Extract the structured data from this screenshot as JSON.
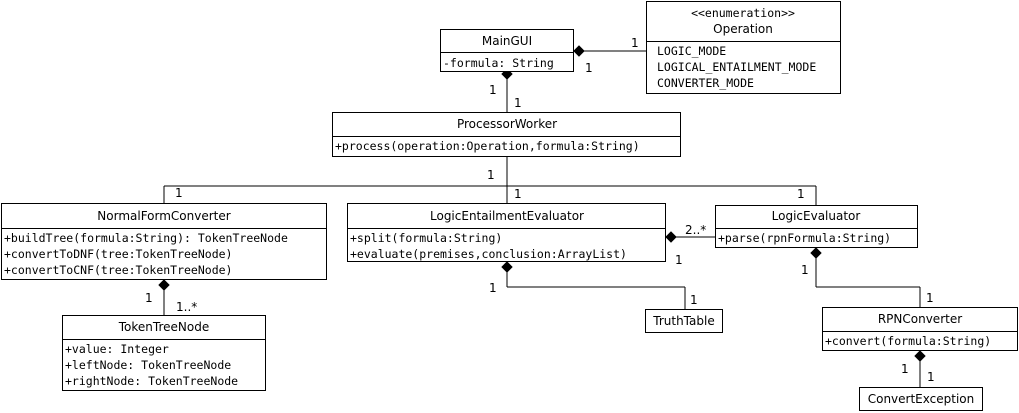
{
  "classes": {
    "main_gui": {
      "name": "MainGUI",
      "attributes": [
        "-formula: String"
      ]
    },
    "operation": {
      "stereotype": "<<enumeration>>",
      "name": "Operation",
      "literals": [
        "LOGIC_MODE",
        "LOGICAL_ENTAILMENT_MODE",
        "CONVERTER_MODE"
      ]
    },
    "processor_worker": {
      "name": "ProcessorWorker",
      "methods": [
        "+process(operation:Operation,formula:String)"
      ]
    },
    "normal_form_converter": {
      "name": "NormalFormConverter",
      "methods": [
        "+buildTree(formula:String): TokenTreeNode",
        "+convertToDNF(tree:TokenTreeNode)",
        "+convertToCNF(tree:TokenTreeNode)"
      ]
    },
    "logic_entailment_evaluator": {
      "name": "LogicEntailmentEvaluator",
      "methods": [
        "+split(formula:String)",
        "+evaluate(premises,conclusion:ArrayList)"
      ]
    },
    "logic_evaluator": {
      "name": "LogicEvaluator",
      "methods": [
        "+parse(rpnFormula:String)"
      ]
    },
    "token_tree_node": {
      "name": "TokenTreeNode",
      "attributes": [
        "+value: Integer",
        "+leftNode: TokenTreeNode",
        "+rightNode: TokenTreeNode"
      ]
    },
    "truth_table": {
      "name": "TruthTable"
    },
    "rpn_converter": {
      "name": "RPNConverter",
      "methods": [
        "+convert(formula:String)"
      ]
    },
    "convert_exception": {
      "name": "ConvertException"
    }
  },
  "multiplicities": {
    "main_op_left": "1",
    "main_op_right": "1",
    "main_pw_top": "1",
    "main_pw_bottom": "1",
    "pw_children_top": "1",
    "nfc_end": "1",
    "lee_end": "1",
    "le_end": "1",
    "lee_le_left": "1",
    "lee_le_right": "2..*",
    "nfc_ttn_top": "1",
    "nfc_ttn_bottom": "1..*",
    "le_rpn_top": "1",
    "lee_tt_left": "1",
    "tt_end": "1",
    "rpn_end": "1",
    "rpn_ce_left": "1",
    "rpn_ce_right": "1"
  }
}
